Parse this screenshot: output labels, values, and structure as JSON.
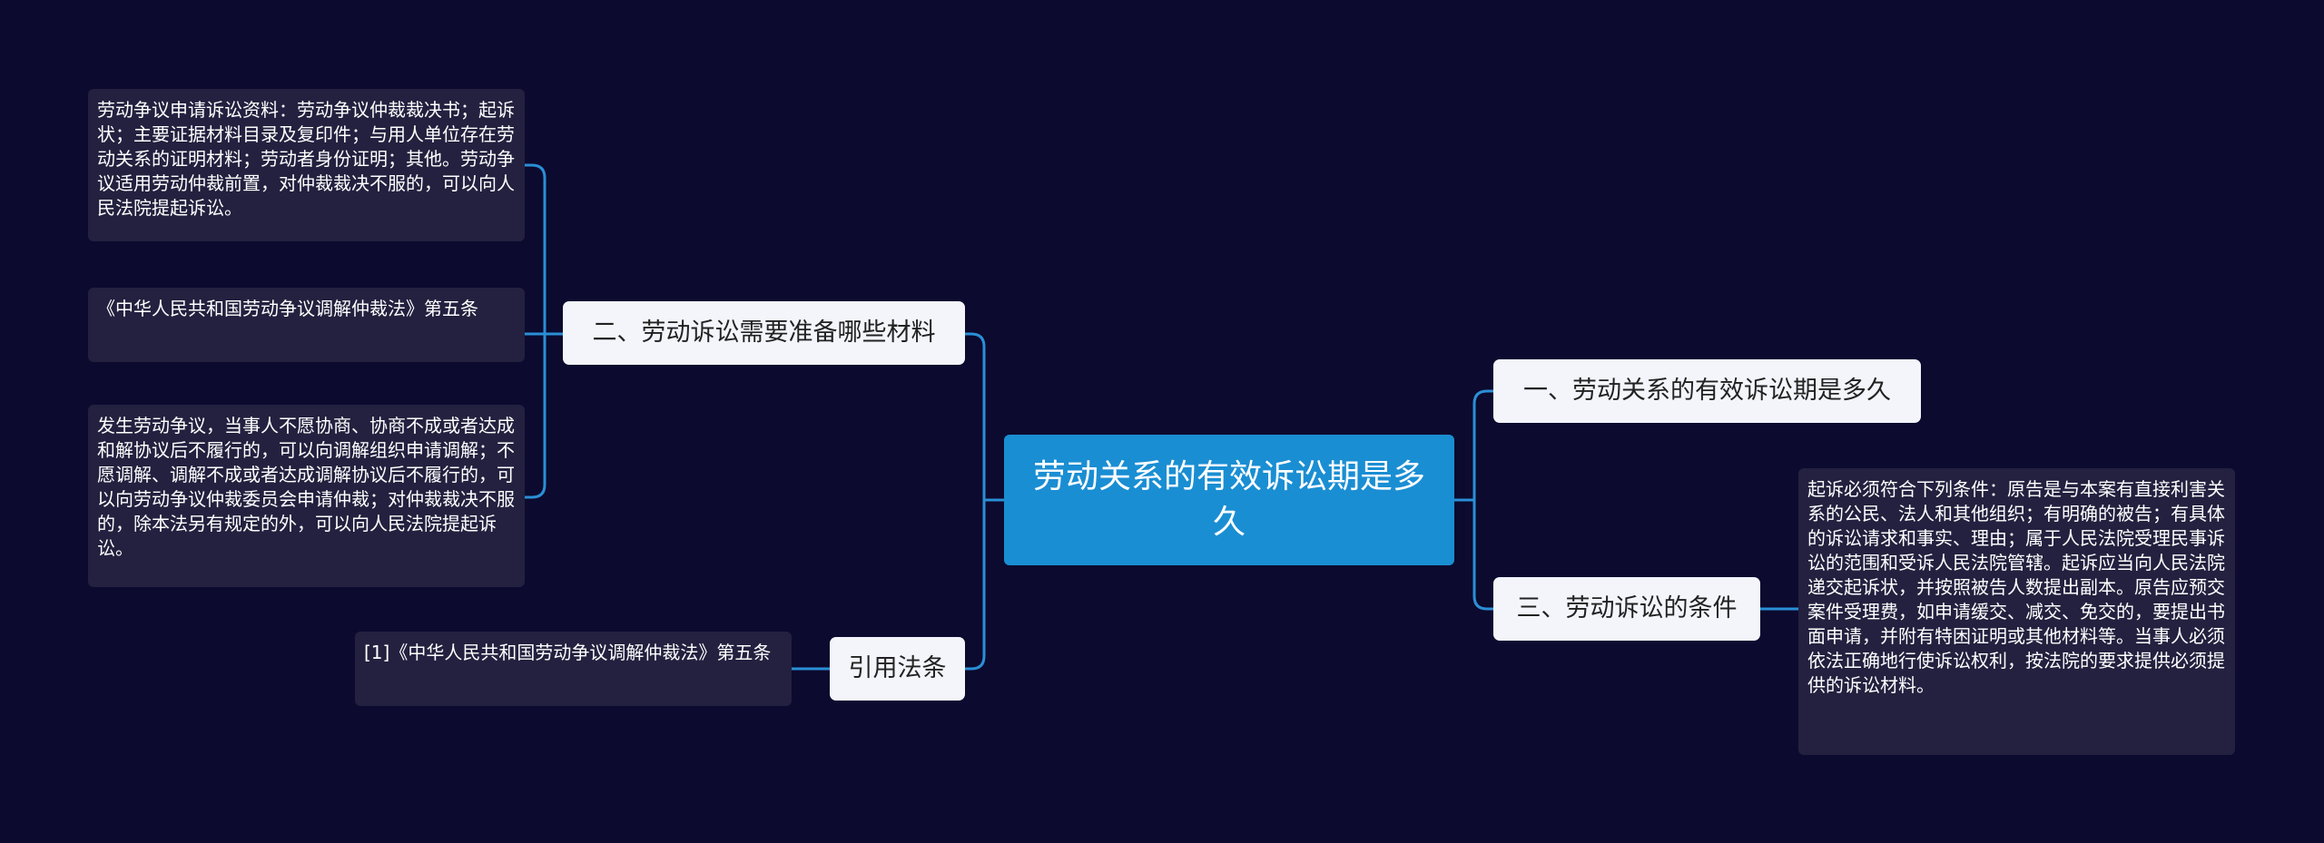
{
  "root": {
    "title": "劳动关系的有效诉讼期是多久"
  },
  "branches": {
    "left_materials": {
      "label": "二、劳动诉讼需要准备哪些材料",
      "leaves": [
        "劳动争议申请诉讼资料：劳动争议仲裁裁决书；起诉状；主要证据材料目录及复印件；与用人单位存在劳动关系的证明材料；劳动者身份证明；其他。劳动争议适用劳动仲裁前置，对仲裁裁决不服的，可以向人民法院提起诉讼。",
        "《中华人民共和国劳动争议调解仲裁法》第五条",
        "发生劳动争议，当事人不愿协商、协商不成或者达成和解协议后不履行的，可以向调解组织申请调解；不愿调解、调解不成或者达成调解协议后不履行的，可以向劳动争议仲裁委员会申请仲裁；对仲裁裁决不服的，除本法另有规定的外，可以向人民法院提起诉讼。"
      ]
    },
    "left_citation": {
      "label": "引用法条",
      "leaves": [
        "[1]《中华人民共和国劳动争议调解仲裁法》第五条"
      ]
    },
    "right_period": {
      "label": "一、劳动关系的有效诉讼期是多久"
    },
    "right_conditions": {
      "label": "三、劳动诉讼的条件",
      "leaves": [
        "起诉必须符合下列条件：原告是与本案有直接利害关系的公民、法人和其他组织；有明确的被告；有具体的诉讼请求和事实、理由；属于人民法院受理民事诉讼的范围和受诉人民法院管辖。起诉应当向人民法院递交起诉状，并按照被告人数提出副本。原告应预交案件受理费，如申请缓交、减交、免交的，要提出书面申请，并附有特困证明或其他材料等。当事人必须依法正确地行使诉讼权利，按法院的要求提供必须提供的诉讼材料。"
      ]
    }
  },
  "colors": {
    "background": "#0c0a2f",
    "root_fill": "#1a8ed3",
    "branch_fill": "#f3f5fb",
    "leaf_fill": "#23213f",
    "connector": "#2a8fd6"
  }
}
